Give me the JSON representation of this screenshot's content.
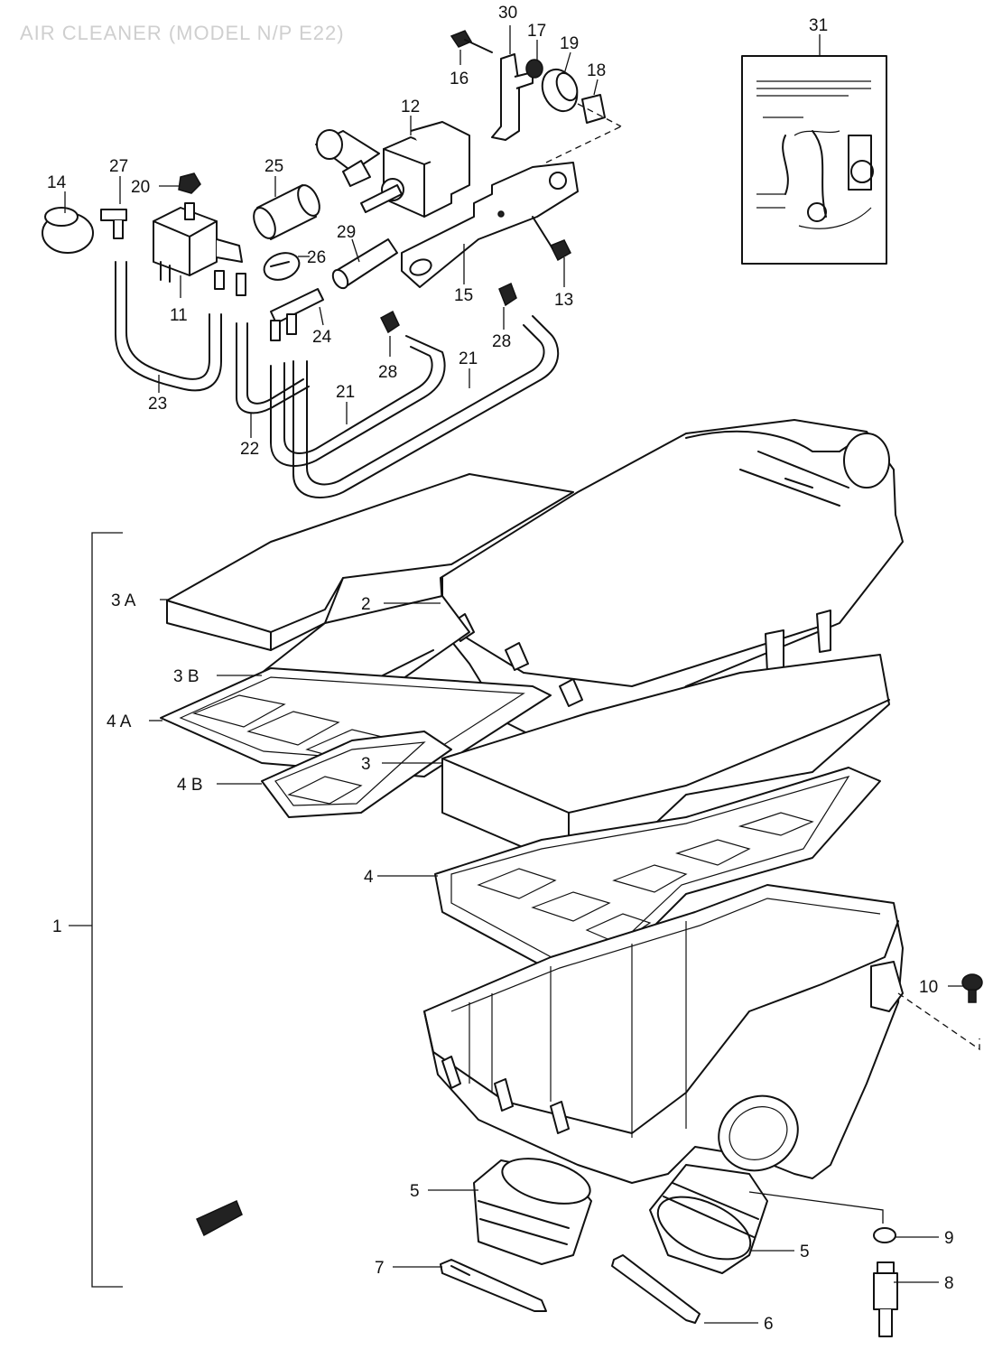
{
  "title": "AIR CLEANER (MODEL N/P E22)",
  "callouts": {
    "c1": "1",
    "c2": "2",
    "c3": "3",
    "c3a": "3 A",
    "c3b": "3 B",
    "c4": "4",
    "c4a": "4 A",
    "c4b": "4 B",
    "c5a": "5",
    "c5b": "5",
    "c6": "6",
    "c7": "7",
    "c8": "8",
    "c9": "9",
    "c10": "10",
    "c11": "11",
    "c12": "12",
    "c13": "13",
    "c14": "14",
    "c15": "15",
    "c16": "16",
    "c17": "17",
    "c18": "18",
    "c19": "19",
    "c20": "20",
    "c21a": "21",
    "c21b": "21",
    "c22": "22",
    "c23": "23",
    "c24": "24",
    "c25": "25",
    "c26": "26",
    "c27": "27",
    "c28a": "28",
    "c28b": "28",
    "c29": "29",
    "c30": "30",
    "c31": "31"
  }
}
